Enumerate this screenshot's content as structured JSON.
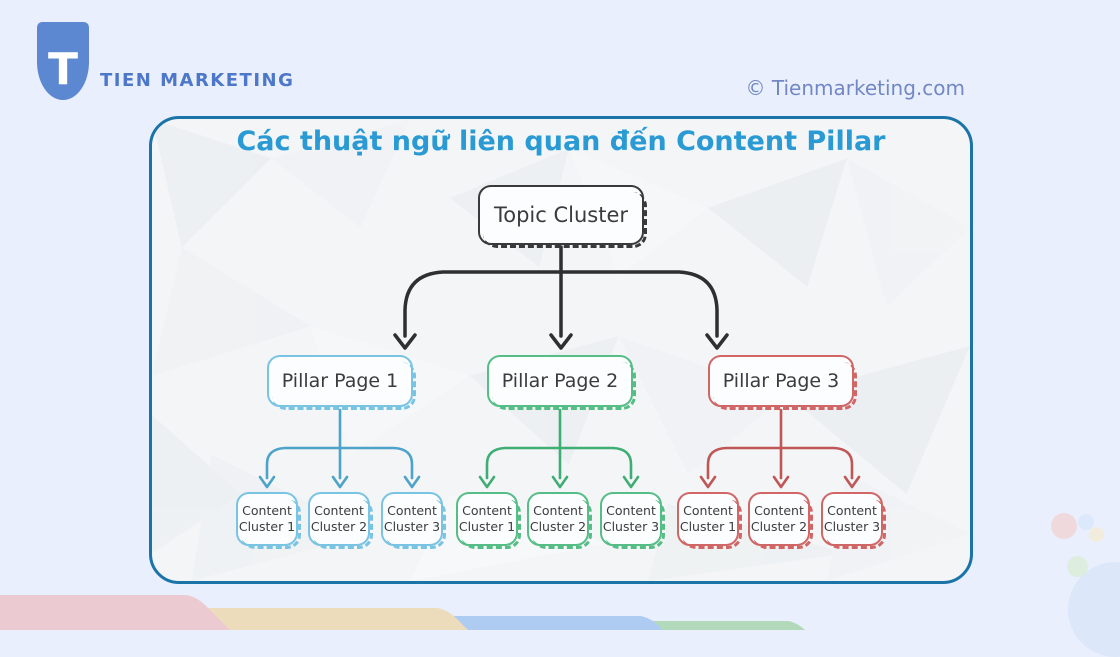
{
  "header": {
    "logo_letter": "T",
    "brand": "TIEN MARKETING",
    "copyright": "© Tienmarketing.com"
  },
  "diagram": {
    "title": "Các thuật ngữ liên quan đến Content Pillar",
    "root_label": "Topic Cluster",
    "arrow_color": "#2f2f2f",
    "pillars": [
      {
        "label": "Pillar Page 1",
        "color": "#79c3e3",
        "arrow_color": "#4da3c9",
        "children": [
          {
            "line1": "Content",
            "line2": "Cluster 1"
          },
          {
            "line1": "Content",
            "line2": "Cluster 2"
          },
          {
            "line1": "Content",
            "line2": "Cluster 3"
          }
        ]
      },
      {
        "label": "Pillar Page 2",
        "color": "#57bd87",
        "arrow_color": "#3fae74",
        "children": [
          {
            "line1": "Content",
            "line2": "Cluster 1"
          },
          {
            "line1": "Content",
            "line2": "Cluster 2"
          },
          {
            "line1": "Content",
            "line2": "Cluster 3"
          }
        ]
      },
      {
        "label": "Pillar Page 3",
        "color": "#d06666",
        "arrow_color": "#c05656",
        "children": [
          {
            "line1": "Content",
            "line2": "Cluster 1"
          },
          {
            "line1": "Content",
            "line2": "Cluster 2"
          },
          {
            "line1": "Content",
            "line2": "Cluster 3"
          }
        ]
      }
    ]
  },
  "colors": {
    "page_bg": "#e9effc",
    "card_bg": "#f3f5f7",
    "card_border": "#1b74a8",
    "title": "#2a9ad4",
    "brand": "#4d77c9",
    "copyright": "#7288c4"
  }
}
